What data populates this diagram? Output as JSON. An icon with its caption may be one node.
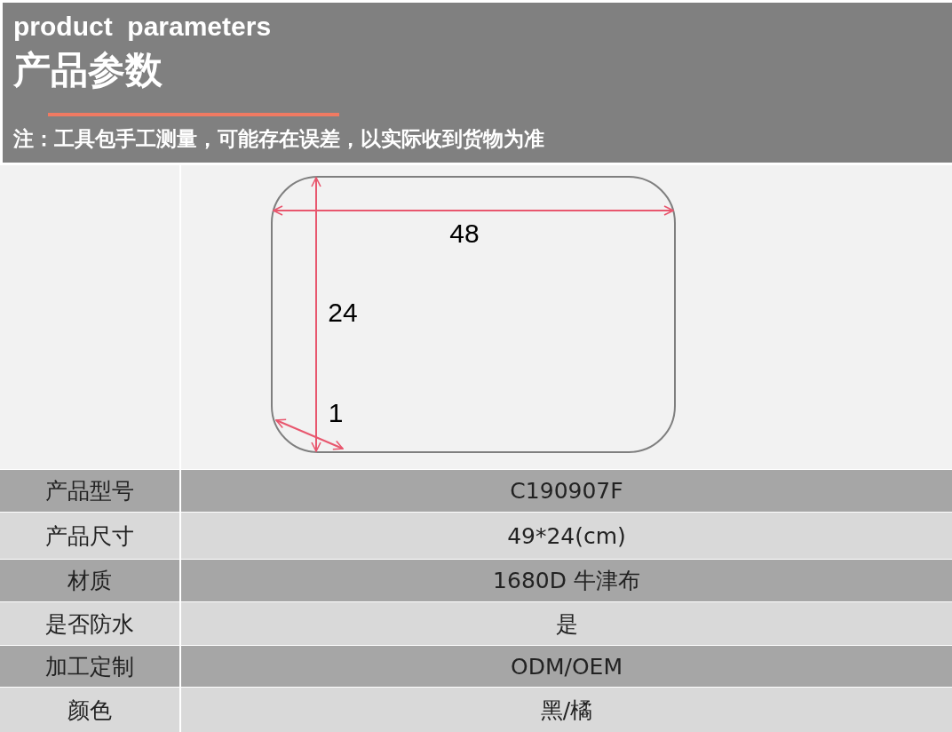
{
  "diagram": {
    "title": "product  parameters",
    "labels": [
      "产品参数",
      "注：工具包手工测量，可能存在误差，以实际收到货物为准",
      "48",
      "24",
      "1",
      "产品型号",
      "C190907F",
      "产品尺寸",
      "49*24(cm)",
      "材质",
      "1680D 牛津布",
      "是否防水",
      "是",
      "加工定制",
      "ODM/OEM",
      "颜色",
      "黑/橘"
    ]
  }
}
